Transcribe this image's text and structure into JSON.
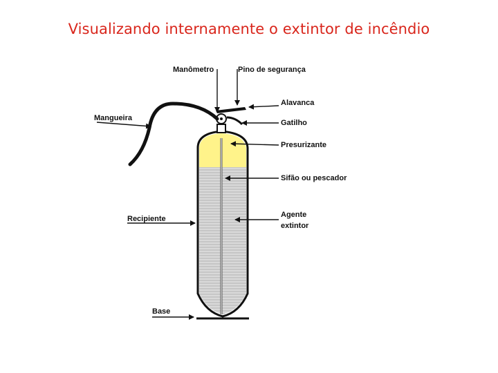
{
  "title": "Visualizando internamente o extintor de incêndio",
  "labels": {
    "manometro": "Manômetro",
    "pino": "Pino de segurança",
    "alavanca": "Alavanca",
    "gatilho": "Gatilho",
    "mangueira": "Mangueira",
    "presurizante": "Presurizante",
    "sifao": "Sifão ou pescador",
    "recipiente": "Recipiente",
    "agente_1": "Agente",
    "agente_2": "extintor",
    "base": "Base"
  },
  "colors": {
    "title": "#d9261c",
    "pressurizing_gas": "#fff38a",
    "extinguishing_agent": "#cfcfcf"
  }
}
